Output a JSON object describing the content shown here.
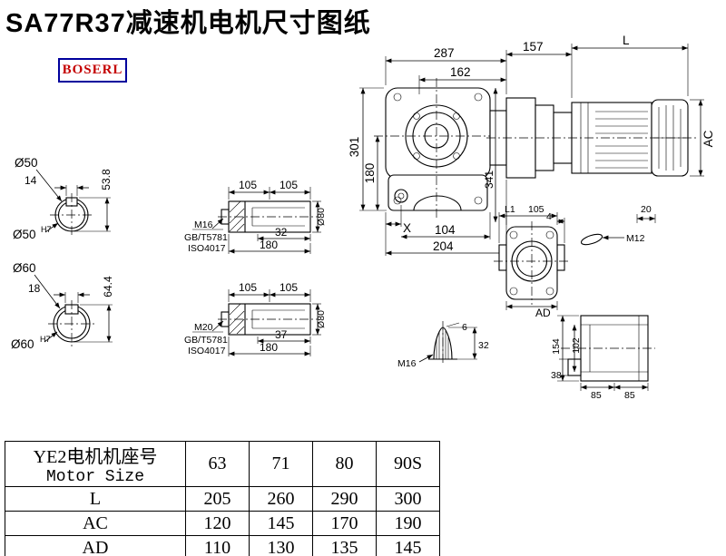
{
  "title": "SA77R37减速机电机尺寸图纸",
  "logo": "BOSERL",
  "main": {
    "d287": "287",
    "d162": "162",
    "d157": "157",
    "dL": "L",
    "d301": "301",
    "d180": "180",
    "d341": "341",
    "dX": "X",
    "d104": "104",
    "d204": "204",
    "dAC": "AC"
  },
  "shaft50": {
    "dia": "Ø50",
    "d14": "14",
    "d53": "53.8",
    "dia_fit": "Ø50",
    "fit": "H7"
  },
  "shaft60": {
    "dia": "Ø60",
    "d18": "18",
    "d64": "64.4",
    "dia_fit": "Ø60",
    "fit": "H7"
  },
  "detail1": {
    "d105a": "105",
    "d105b": "105",
    "thread": "M16",
    "std1": "GB/T5781",
    "std2": "ISO4017",
    "d32": "32",
    "d180": "180",
    "dia80": "Ø80"
  },
  "detail2": {
    "d105a": "105",
    "d105b": "105",
    "thread": "M20",
    "std1": "GB/T5781",
    "std2": "ISO4017",
    "d37": "37",
    "d180": "180",
    "dia80": "Ø80"
  },
  "flange": {
    "dL1": "L1",
    "d105": "105",
    "d4": "4",
    "d20": "20",
    "thread": "M12",
    "dAD": "AD"
  },
  "plug": {
    "d6": "6",
    "d32": "32",
    "thread": "M16"
  },
  "side": {
    "d154": "154",
    "d102": "102",
    "d38": "38",
    "d85a": "85",
    "d85b": "85"
  },
  "table": {
    "header_cn": "YE2电机机座号",
    "header_en": "Motor Size",
    "sizes": [
      "63",
      "71",
      "80",
      "90S"
    ],
    "rows": [
      {
        "label": "L",
        "values": [
          "205",
          "260",
          "290",
          "300"
        ]
      },
      {
        "label": "AC",
        "values": [
          "120",
          "145",
          "170",
          "190"
        ]
      },
      {
        "label": "AD",
        "values": [
          "110",
          "130",
          "135",
          "145"
        ]
      }
    ]
  }
}
